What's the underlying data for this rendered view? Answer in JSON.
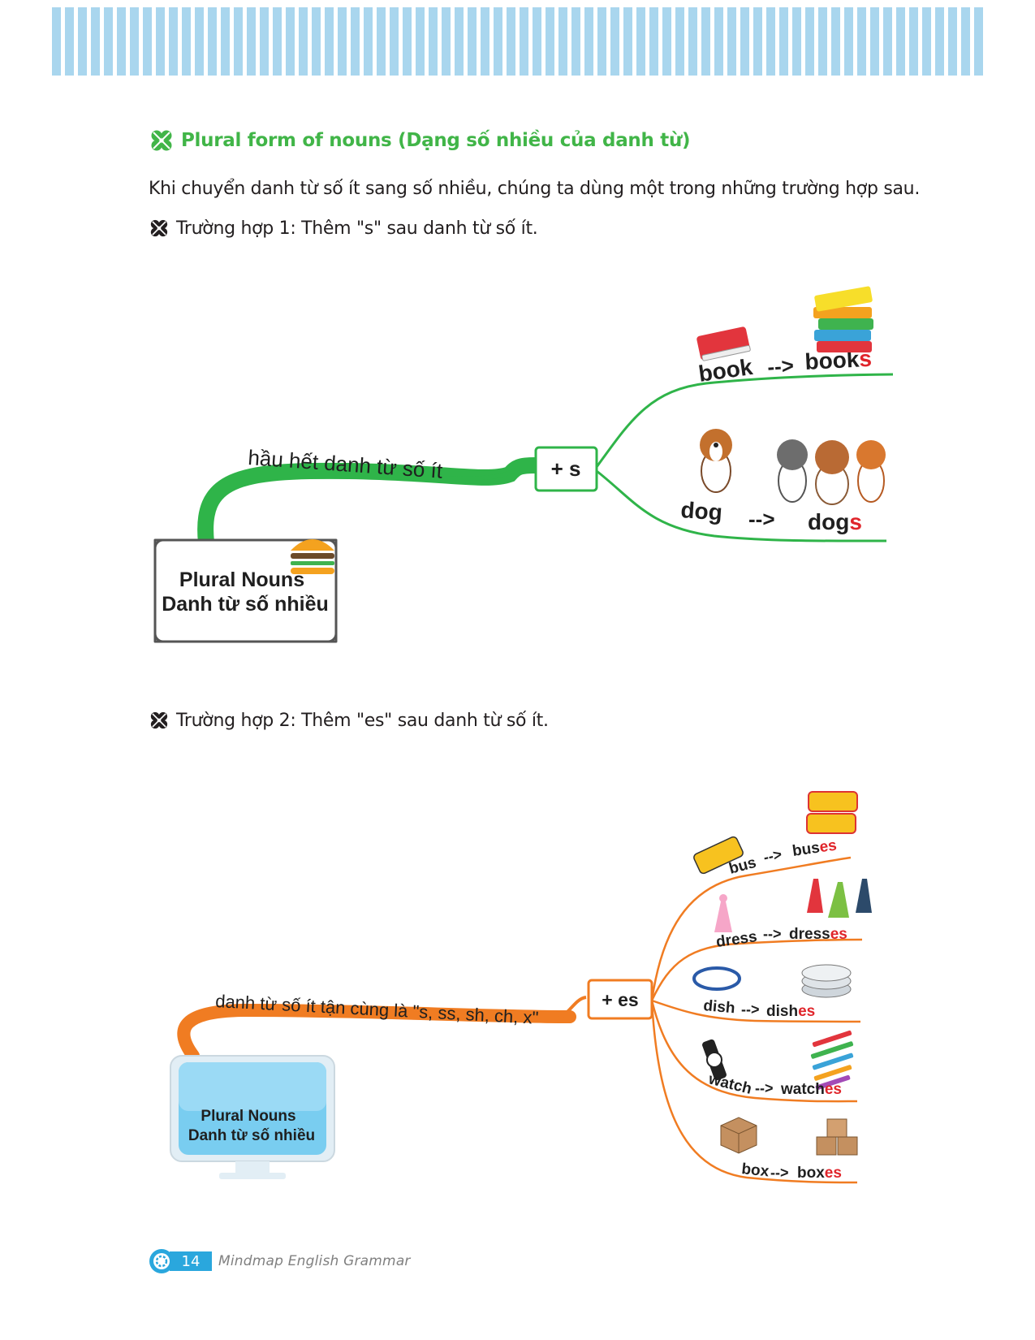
{
  "heading": {
    "title": "Plural form of nouns (Dạng số nhiều của danh từ)"
  },
  "intro": "Khi chuyển danh từ số ít sang số nhiều, chúng ta dùng một trong những trường hợp sau.",
  "case1": {
    "heading": "Trường hợp 1: Thêm \"s\" sau danh từ số ít.",
    "central_line1": "Plural Nouns",
    "central_line2": "Danh từ số nhiều",
    "branch_label": "hầu hết danh từ số ít",
    "rule": "+ s",
    "color": "#2fb449",
    "examples": [
      {
        "singular": "book",
        "arrow": "-->",
        "plural_stem": "book",
        "plural_suffix": "s"
      },
      {
        "singular": "dog",
        "arrow": "-->",
        "plural_stem": "dog",
        "plural_suffix": "s"
      }
    ]
  },
  "case2": {
    "heading": "Trường hợp 2: Thêm \"es\" sau danh từ số ít.",
    "central_line1": "Plural Nouns",
    "central_line2": "Danh từ số nhiều",
    "branch_label": "danh từ số ít tận cùng là \"s, ss, sh, ch, x\"",
    "rule": "+ es",
    "color": "#f07c22",
    "examples": [
      {
        "singular": "bus",
        "arrow": "-->",
        "plural_stem": "bus",
        "plural_suffix": "es"
      },
      {
        "singular": "dress",
        "arrow": "-->",
        "plural_stem": "dress",
        "plural_suffix": "es"
      },
      {
        "singular": "dish",
        "arrow": "-->",
        "plural_stem": "dish",
        "plural_suffix": "es"
      },
      {
        "singular": "watch",
        "arrow": "-->",
        "plural_stem": "watch",
        "plural_suffix": "es"
      },
      {
        "singular": "box",
        "arrow": "-->",
        "plural_stem": "box",
        "plural_suffix": "es"
      }
    ]
  },
  "footer": {
    "page_number": "14",
    "book_title": "Mindmap English Grammar"
  },
  "colors": {
    "header_stripe": "#a9d6ee",
    "title_green": "#41b548",
    "suffix_red": "#e0252b",
    "page_badge": "#2aa7dd"
  }
}
